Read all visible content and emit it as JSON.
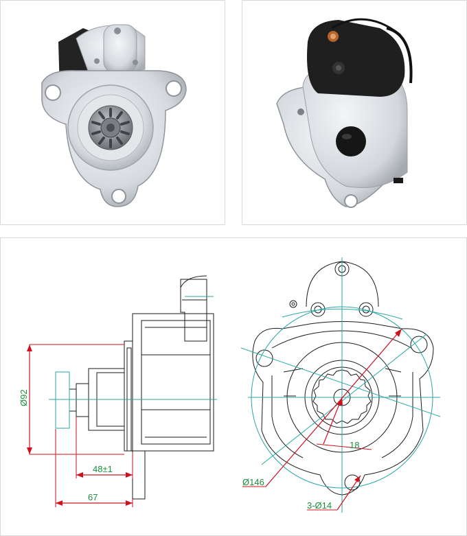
{
  "colors": {
    "outline": "#1a1a1a",
    "center_line": "#2aa6a6",
    "dimension": "#d0101e",
    "dim_text": "#1a8f3c",
    "metal": "#d9dde1",
    "solenoid": "#222222"
  },
  "drawing": {
    "dims": {
      "flange_dia": "Ø92",
      "pilot_length": "48±1",
      "overall_length": "67",
      "pinion": "18",
      "bolt_circle": "Ø146",
      "holes": "3-Ø14"
    }
  }
}
